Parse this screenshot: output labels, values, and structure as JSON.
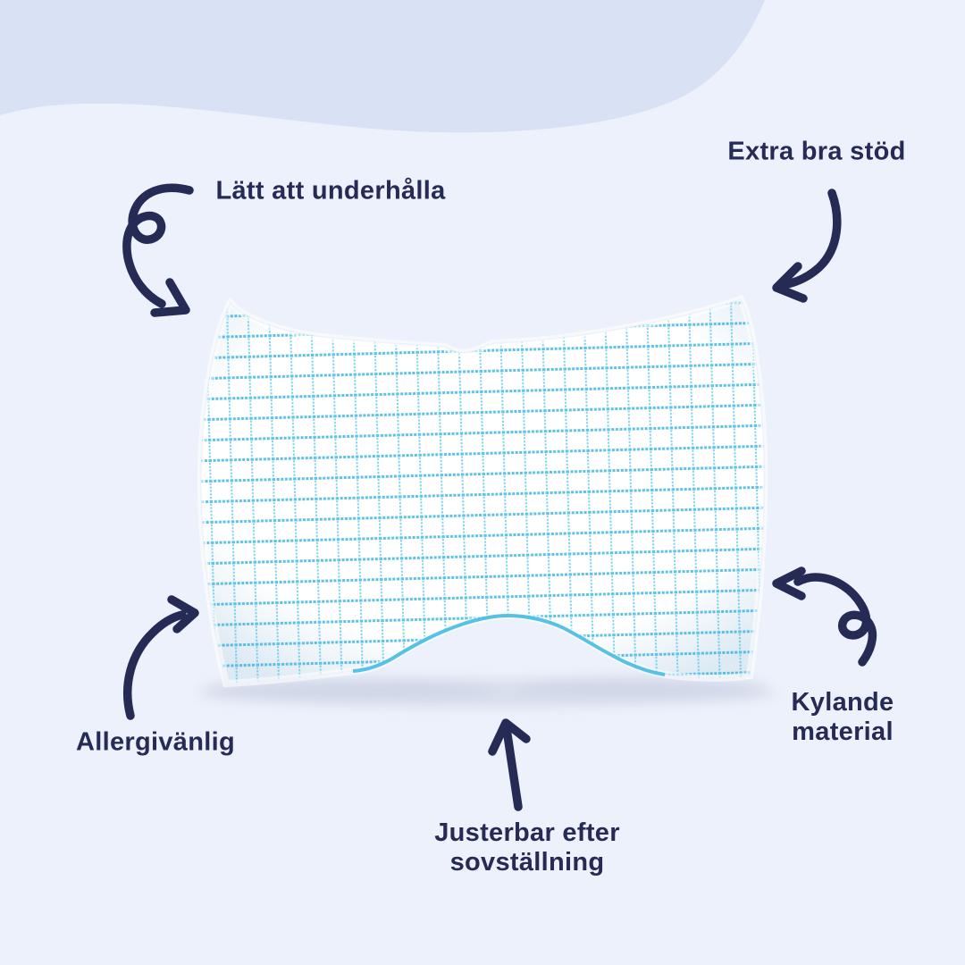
{
  "colors": {
    "background": "#edf1fb",
    "wave": "#d9e1f4",
    "navy": "#252b54",
    "grid_vertical": "#5fc8ea",
    "grid_horizontal": "#33b2de",
    "pillow": "#ffffff",
    "piping": "#3cb8e2",
    "shadow": "#c6cde0"
  },
  "product": {
    "name": "contour-pillow-with-cooling-grid-cover"
  },
  "callouts": {
    "maintain": {
      "label": "Lätt att underhålla"
    },
    "support": {
      "label": "Extra bra stöd"
    },
    "allergy": {
      "label": "Allergivänlig"
    },
    "cooling": {
      "line1": "Kylande",
      "line2": "material"
    },
    "adjustable": {
      "line1": "Justerbar efter",
      "line2": "sovställning"
    }
  }
}
